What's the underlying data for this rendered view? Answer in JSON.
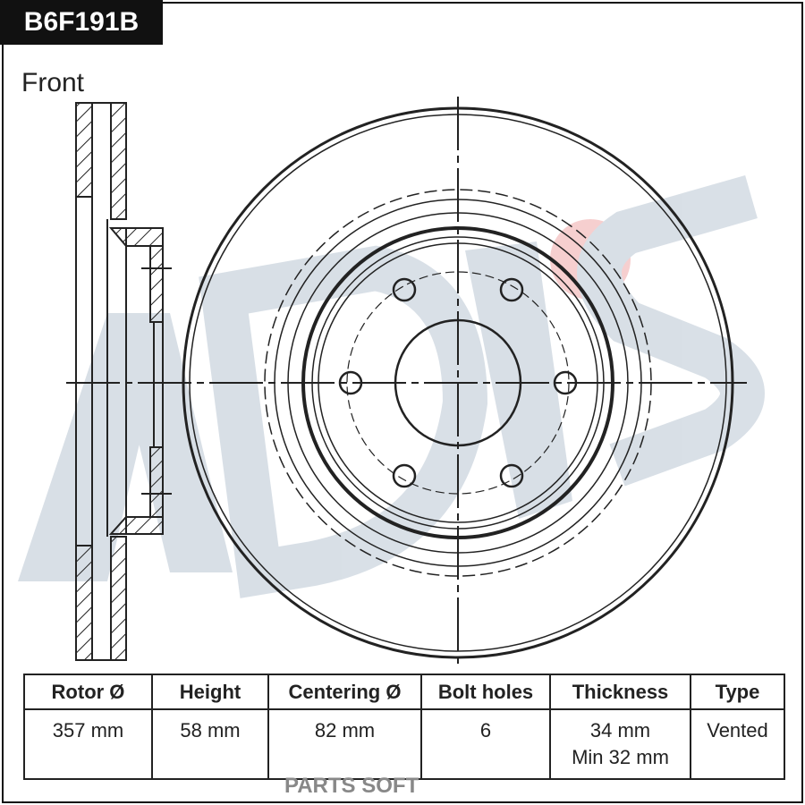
{
  "title": "B6F191B",
  "view_label": "Front",
  "watermark_logo": "ADVICS",
  "watermark_text": "PARTS SOFT",
  "colors": {
    "title_bg": "#111111",
    "logo": "#c9d3dd",
    "logo_dot": "#f3b8b8"
  },
  "table": {
    "headers": [
      "Rotor Ø",
      "Height",
      "Centering Ø",
      "Bolt holes",
      "Thickness",
      "Type"
    ],
    "values": [
      "357 mm",
      "58 mm",
      "82 mm",
      "6",
      "34 mm",
      "Vented"
    ],
    "thickness_min": "Min 32 mm"
  }
}
